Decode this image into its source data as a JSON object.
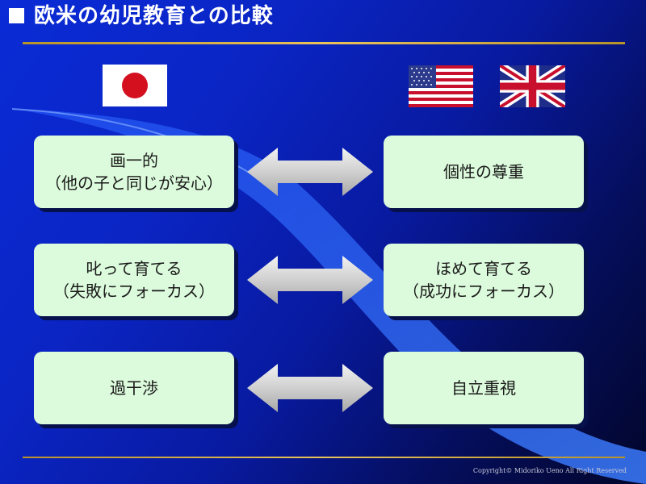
{
  "title": "欧米の幼児教育との比較",
  "flags": {
    "left": [
      "japan-flag"
    ],
    "right": [
      "us-flag",
      "uk-flag"
    ]
  },
  "rows": [
    {
      "left": {
        "line1": "画一的",
        "line2": "（他の子と同じが安心）"
      },
      "right": {
        "line1": "個性の尊重",
        "line2": ""
      }
    },
    {
      "left": {
        "line1": "叱って育てる",
        "line2": "（失敗にフォーカス）"
      },
      "right": {
        "line1": "ほめて育てる",
        "line2": "（成功にフォーカス）"
      }
    },
    {
      "left": {
        "line1": "過干渉",
        "line2": ""
      },
      "right": {
        "line1": "自立重視",
        "line2": ""
      }
    }
  ],
  "copyright": "Copyright© Midoriko Ueno All Right Reserved",
  "colors": {
    "background": "#0b25c4",
    "box_fill": "#dcfbdc",
    "rule": "#e8c25a",
    "arrow": "#d8d8d8"
  }
}
